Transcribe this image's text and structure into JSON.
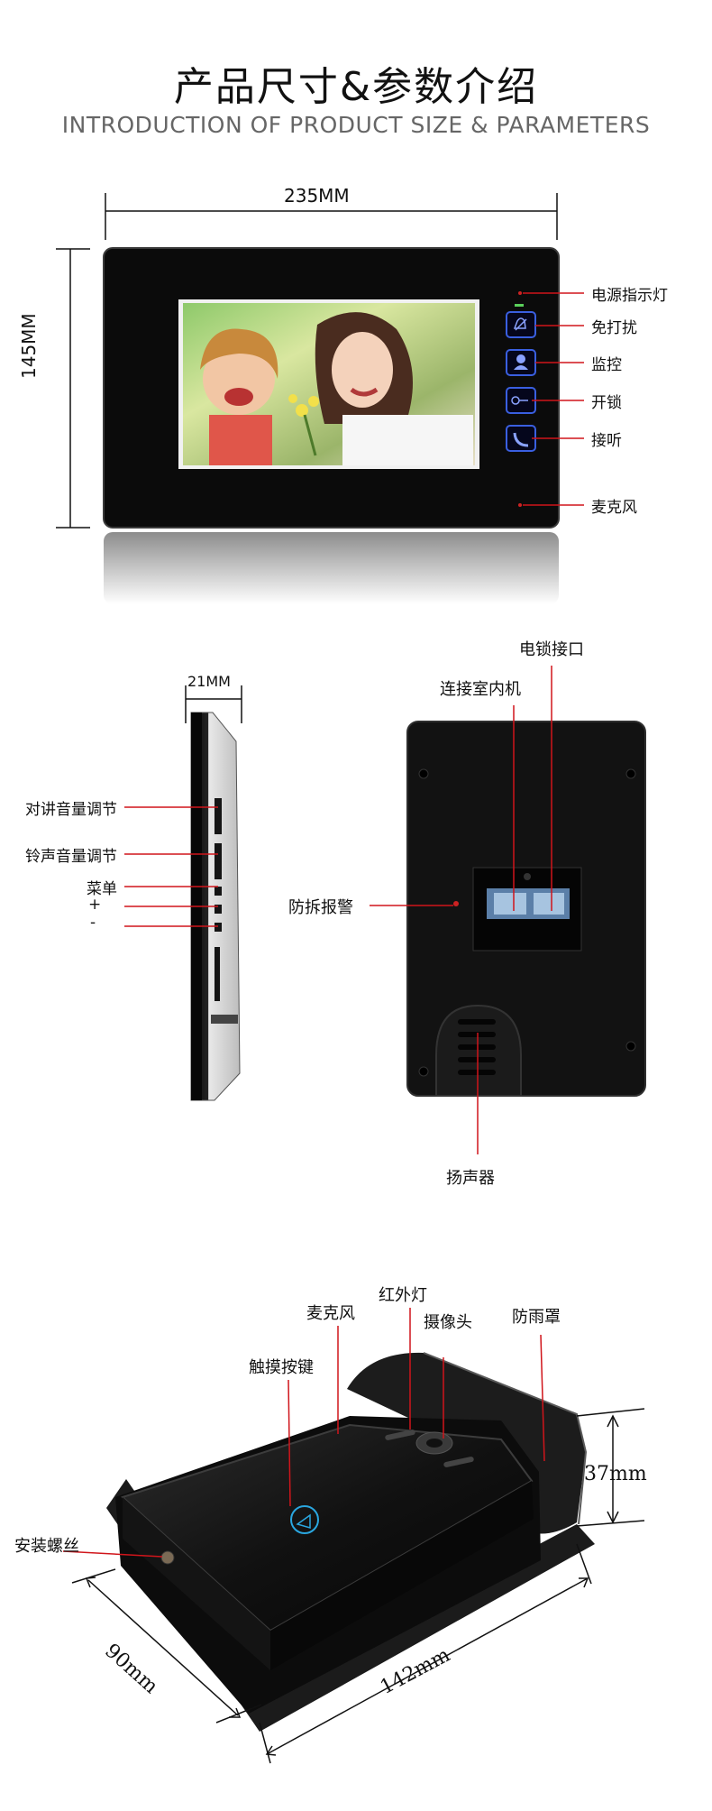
{
  "header": {
    "title": "产品尺寸&参数介绍",
    "subtitle": "INTRODUCTION OF PRODUCT SIZE & PARAMETERS"
  },
  "monitor_front": {
    "width_label": "235MM",
    "height_label": "145MM",
    "callouts": [
      "电源指示灯",
      "免打扰",
      "监控",
      "开锁",
      "接听",
      "麦克风"
    ]
  },
  "monitor_side": {
    "thickness_label": "21MM",
    "callouts": [
      "对讲音量调节",
      "铃声音量调节",
      "菜单",
      "+",
      "-"
    ]
  },
  "monitor_back": {
    "callouts": {
      "lock_port": "电锁接口",
      "indoor_port": "连接室内机",
      "tamper": "防拆报警",
      "speaker": "扬声器"
    }
  },
  "doorbell": {
    "callouts": {
      "mic": "麦克风",
      "ir": "红外灯",
      "camera": "摄像头",
      "rain": "防雨罩",
      "touch": "触摸按键",
      "screw": "安装螺丝"
    },
    "height_label": "37mm",
    "depth_label": "90mm",
    "width_label": "142mm"
  },
  "colors": {
    "callout_line": "#d0151b",
    "dim_line": "#111111",
    "button_blue": "#3a5fe0",
    "device_black": "#0b0b0b"
  }
}
